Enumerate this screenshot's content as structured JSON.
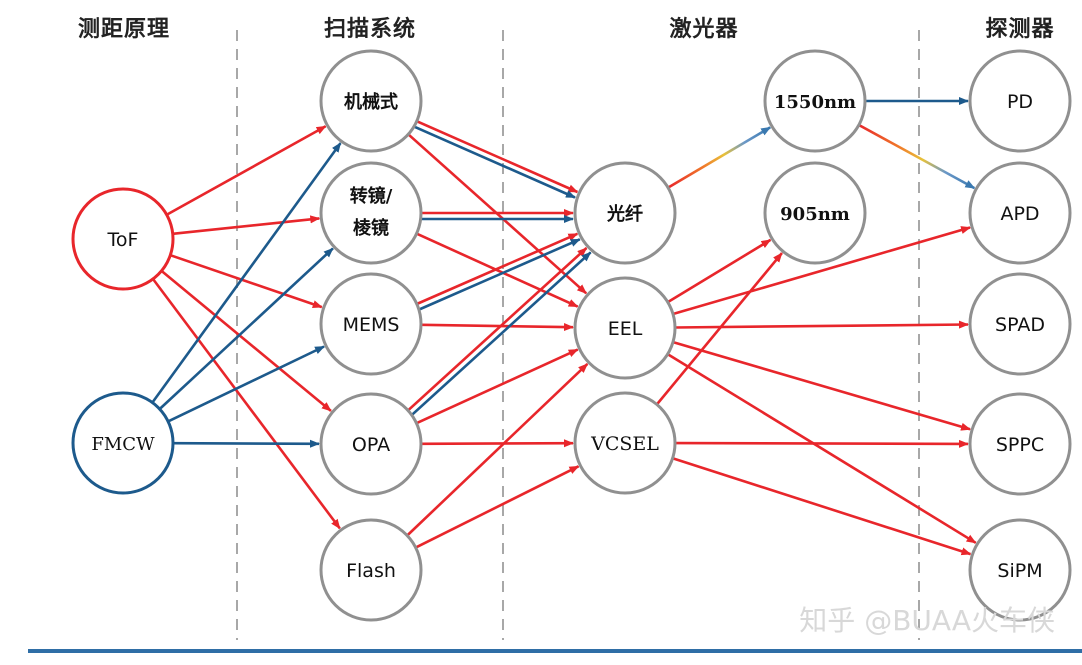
{
  "columns": {
    "ranging": "测距原理",
    "scanning": "扫描系统",
    "laser": "激光器",
    "detector": "探测器"
  },
  "nodes": {
    "tof": "ToF",
    "fmcw": "FMCW",
    "mechanical": "机械式",
    "mirror_1": "转镜/",
    "mirror_2": "棱镜",
    "mems": "MEMS",
    "opa": "OPA",
    "flash": "Flash",
    "fiber": "光纤",
    "eel": "EEL",
    "vcsel": "VCSEL",
    "nm1550": "1550nm",
    "nm905": "905nm",
    "pd": "PD",
    "apd": "APD",
    "spad": "SPAD",
    "sppc": "SPPC",
    "sipm": "SiPM"
  },
  "watermark": "知乎 @BUAA火车侠",
  "colors": {
    "tof": "#e8262b",
    "fmcw": "#1d5a8c",
    "node_border": "#909090",
    "divider": "#a8a8a8",
    "bottom_rule": "#2f6ea6"
  },
  "connections": [
    {
      "from": "tof",
      "to": "mechanical",
      "color": "red"
    },
    {
      "from": "tof",
      "to": "mirror",
      "color": "red"
    },
    {
      "from": "tof",
      "to": "mems",
      "color": "red"
    },
    {
      "from": "tof",
      "to": "opa",
      "color": "red"
    },
    {
      "from": "tof",
      "to": "flash",
      "color": "red"
    },
    {
      "from": "fmcw",
      "to": "mechanical",
      "color": "blue"
    },
    {
      "from": "fmcw",
      "to": "mirror",
      "color": "blue"
    },
    {
      "from": "fmcw",
      "to": "mems",
      "color": "blue"
    },
    {
      "from": "fmcw",
      "to": "opa",
      "color": "blue"
    },
    {
      "from": "mechanical",
      "to": "fiber",
      "color": "red"
    },
    {
      "from": "mechanical",
      "to": "eel",
      "color": "red"
    },
    {
      "from": "mechanical",
      "to": "fiber",
      "color": "blue"
    },
    {
      "from": "mirror",
      "to": "fiber",
      "color": "red"
    },
    {
      "from": "mirror",
      "to": "eel",
      "color": "red"
    },
    {
      "from": "mirror",
      "to": "fiber",
      "color": "blue"
    },
    {
      "from": "mems",
      "to": "fiber",
      "color": "red"
    },
    {
      "from": "mems",
      "to": "eel",
      "color": "red"
    },
    {
      "from": "mems",
      "to": "fiber",
      "color": "blue"
    },
    {
      "from": "opa",
      "to": "fiber",
      "color": "red"
    },
    {
      "from": "opa",
      "to": "eel",
      "color": "red"
    },
    {
      "from": "opa",
      "to": "vcsel",
      "color": "red"
    },
    {
      "from": "opa",
      "to": "fiber",
      "color": "blue"
    },
    {
      "from": "flash",
      "to": "eel",
      "color": "red"
    },
    {
      "from": "flash",
      "to": "vcsel",
      "color": "red"
    },
    {
      "from": "fiber",
      "to": "nm1550",
      "color": "gradient"
    },
    {
      "from": "eel",
      "to": "nm905",
      "color": "red"
    },
    {
      "from": "vcsel",
      "to": "nm905",
      "color": "red"
    },
    {
      "from": "nm1550",
      "to": "pd",
      "color": "blue"
    },
    {
      "from": "nm1550",
      "to": "apd",
      "color": "gradient"
    },
    {
      "from": "eel",
      "to": "apd",
      "color": "red"
    },
    {
      "from": "eel",
      "to": "spad",
      "color": "red"
    },
    {
      "from": "eel",
      "to": "sppc",
      "color": "red"
    },
    {
      "from": "eel",
      "to": "sipm",
      "color": "red"
    },
    {
      "from": "vcsel",
      "to": "sppc",
      "color": "red"
    },
    {
      "from": "vcsel",
      "to": "sipm",
      "color": "red"
    }
  ]
}
